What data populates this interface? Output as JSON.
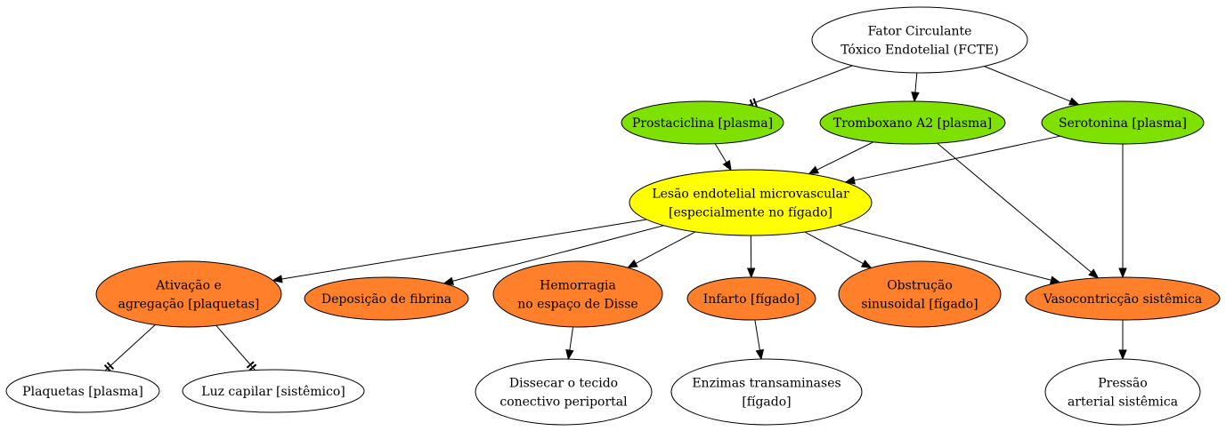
{
  "nodes": [
    {
      "id": "fcte",
      "lines": [
        "Fator Circulante",
        "Tóxico Endotelial (FCTE)"
      ],
      "fill": "#ffffff"
    },
    {
      "id": "prostaciclina",
      "lines": [
        "Prostaciclina [plasma]"
      ],
      "fill": "#7fe100"
    },
    {
      "id": "tromboxano",
      "lines": [
        "Tromboxano A2 [plasma]"
      ],
      "fill": "#7fe100"
    },
    {
      "id": "serotonina",
      "lines": [
        "Serotonina [plasma]"
      ],
      "fill": "#7fe100"
    },
    {
      "id": "lesao",
      "lines": [
        "Lesão endotelial microvascular",
        "[especialmente no fígado]"
      ],
      "fill": "#ffff00"
    },
    {
      "id": "ativacao",
      "lines": [
        "Ativação e",
        "agregação [plaquetas]"
      ],
      "fill": "#ff7f2a"
    },
    {
      "id": "deposicao",
      "lines": [
        "Deposição de fibrina"
      ],
      "fill": "#ff7f2a"
    },
    {
      "id": "hemorragia",
      "lines": [
        "Hemorragia",
        "no espaço de Disse"
      ],
      "fill": "#ff7f2a"
    },
    {
      "id": "infarto",
      "lines": [
        "Infarto [fígado]"
      ],
      "fill": "#ff7f2a"
    },
    {
      "id": "obstrucao",
      "lines": [
        "Obstrução",
        "sinusoidal [fígado]"
      ],
      "fill": "#ff7f2a"
    },
    {
      "id": "vasoconstricao",
      "lines": [
        "Vasocontricção sistêmica"
      ],
      "fill": "#ff7f2a"
    },
    {
      "id": "plaquetas",
      "lines": [
        "Plaquetas [plasma]"
      ],
      "fill": "#ffffff"
    },
    {
      "id": "luz",
      "lines": [
        "Luz capilar [sistêmico]"
      ],
      "fill": "#ffffff"
    },
    {
      "id": "dissecar",
      "lines": [
        "Dissecar o tecido",
        "conectivo periportal"
      ],
      "fill": "#ffffff"
    },
    {
      "id": "enzimas",
      "lines": [
        "Enzimas transaminases",
        "[fígado]"
      ],
      "fill": "#ffffff"
    },
    {
      "id": "pressao",
      "lines": [
        "Pressão",
        "arterial sistêmica"
      ],
      "fill": "#ffffff"
    }
  ],
  "edges": [
    {
      "from": "fcte",
      "to": "prostaciclina",
      "type": "inhibit"
    },
    {
      "from": "fcte",
      "to": "tromboxano",
      "type": "activate"
    },
    {
      "from": "fcte",
      "to": "serotonina",
      "type": "activate"
    },
    {
      "from": "prostaciclina",
      "to": "lesao",
      "type": "activate"
    },
    {
      "from": "tromboxano",
      "to": "lesao",
      "type": "activate"
    },
    {
      "from": "serotonina",
      "to": "lesao",
      "type": "activate"
    },
    {
      "from": "tromboxano",
      "to": "vasoconstricao",
      "type": "activate"
    },
    {
      "from": "serotonina",
      "to": "vasoconstricao",
      "type": "activate"
    },
    {
      "from": "lesao",
      "to": "ativacao",
      "type": "activate"
    },
    {
      "from": "lesao",
      "to": "deposicao",
      "type": "activate"
    },
    {
      "from": "lesao",
      "to": "hemorragia",
      "type": "activate"
    },
    {
      "from": "lesao",
      "to": "infarto",
      "type": "activate"
    },
    {
      "from": "lesao",
      "to": "obstrucao",
      "type": "activate"
    },
    {
      "from": "lesao",
      "to": "vasoconstricao",
      "type": "activate"
    },
    {
      "from": "ativacao",
      "to": "plaquetas",
      "type": "inhibit"
    },
    {
      "from": "ativacao",
      "to": "luz",
      "type": "inhibit"
    },
    {
      "from": "hemorragia",
      "to": "dissecar",
      "type": "activate"
    },
    {
      "from": "infarto",
      "to": "enzimas",
      "type": "activate"
    },
    {
      "from": "vasoconstricao",
      "to": "pressao",
      "type": "activate"
    }
  ]
}
